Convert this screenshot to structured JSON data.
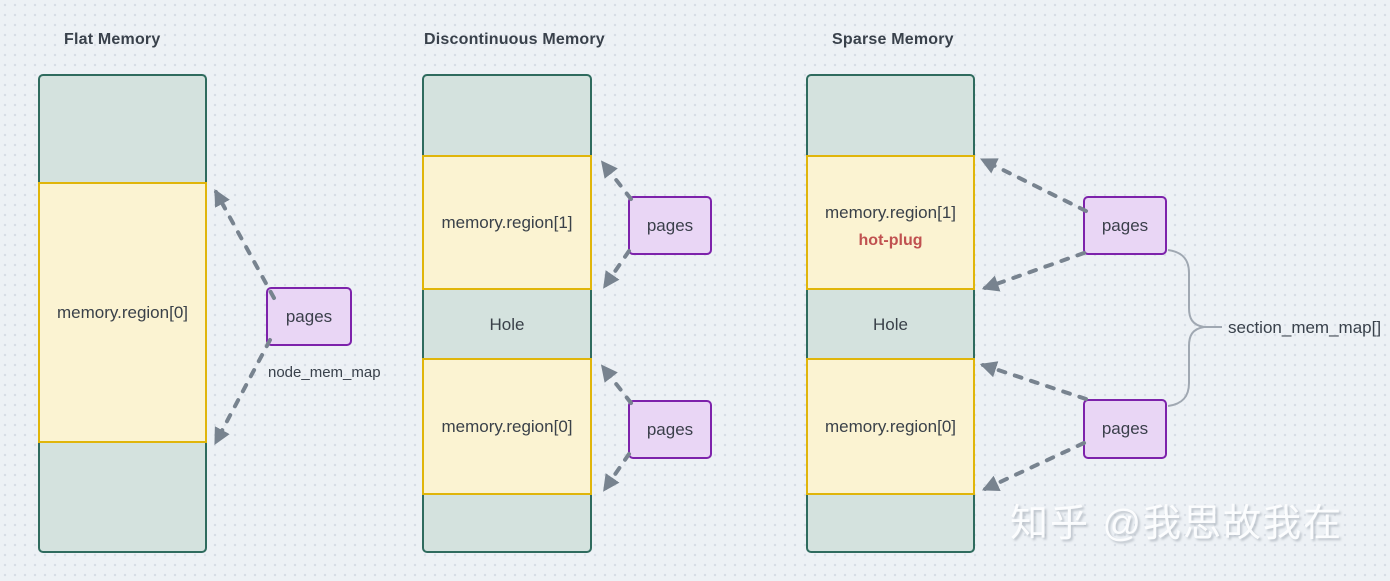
{
  "colors": {
    "background": "#edf1f5",
    "dot_grid": "#d7dde5",
    "reserved_fill": "#d4e2de",
    "reserved_border": "#2f6b5e",
    "region_fill": "#fbf3d2",
    "region_border": "#e0b50a",
    "pages_fill": "#e9d6f5",
    "pages_border": "#7d22ab",
    "text": "#39414b",
    "hotplug_text": "#c05150",
    "arrow": "#78838f",
    "brace": "#a0a8b2"
  },
  "columns": [
    {
      "title": "Flat Memory",
      "segments": [
        {
          "type": "reserved",
          "label": ""
        },
        {
          "type": "region",
          "label": "memory.region[0]"
        },
        {
          "type": "reserved",
          "label": ""
        }
      ],
      "pages": [
        {
          "label": "pages"
        }
      ],
      "annotation": "node_mem_map"
    },
    {
      "title": "Discontinuous Memory",
      "segments": [
        {
          "type": "reserved",
          "label": ""
        },
        {
          "type": "region",
          "label": "memory.region[1]"
        },
        {
          "type": "hole",
          "label": "Hole"
        },
        {
          "type": "region",
          "label": "memory.region[0]"
        },
        {
          "type": "reserved",
          "label": ""
        }
      ],
      "pages": [
        {
          "label": "pages"
        },
        {
          "label": "pages"
        }
      ]
    },
    {
      "title": "Sparse Memory",
      "segments": [
        {
          "type": "reserved",
          "label": ""
        },
        {
          "type": "region",
          "label": "memory.region[1]",
          "sublabel": "hot-plug"
        },
        {
          "type": "hole",
          "label": "Hole"
        },
        {
          "type": "region",
          "label": "memory.region[0]"
        },
        {
          "type": "reserved",
          "label": ""
        }
      ],
      "pages": [
        {
          "label": "pages"
        },
        {
          "label": "pages"
        }
      ],
      "annotation": "section_mem_map[]"
    }
  ],
  "watermark": {
    "text": "知乎 @我思故我在"
  }
}
